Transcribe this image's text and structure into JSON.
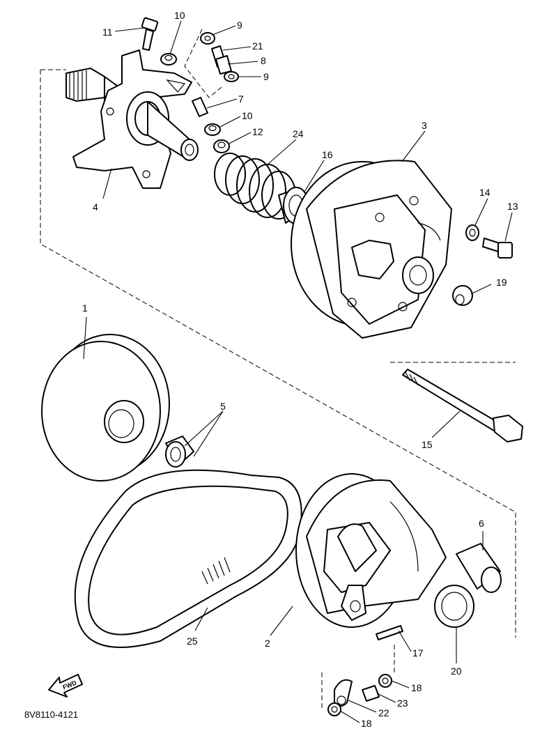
{
  "figure": {
    "part_code": "8V8110-4121",
    "direction_label": "FWD"
  },
  "callouts": {
    "c1": "1",
    "c2": "2",
    "c3": "3",
    "c4": "4",
    "c5": "5",
    "c6": "6",
    "c7": "7",
    "c8": "8",
    "c9a": "9",
    "c9b": "9",
    "c10a": "10",
    "c10b": "10",
    "c11": "11",
    "c12": "12",
    "c13": "13",
    "c14": "14",
    "c15": "15",
    "c16": "16",
    "c17": "17",
    "c18a": "18",
    "c18b": "18",
    "c19": "19",
    "c20": "20",
    "c21": "21",
    "c22": "22",
    "c23": "23",
    "c24": "24",
    "c25": "25"
  }
}
